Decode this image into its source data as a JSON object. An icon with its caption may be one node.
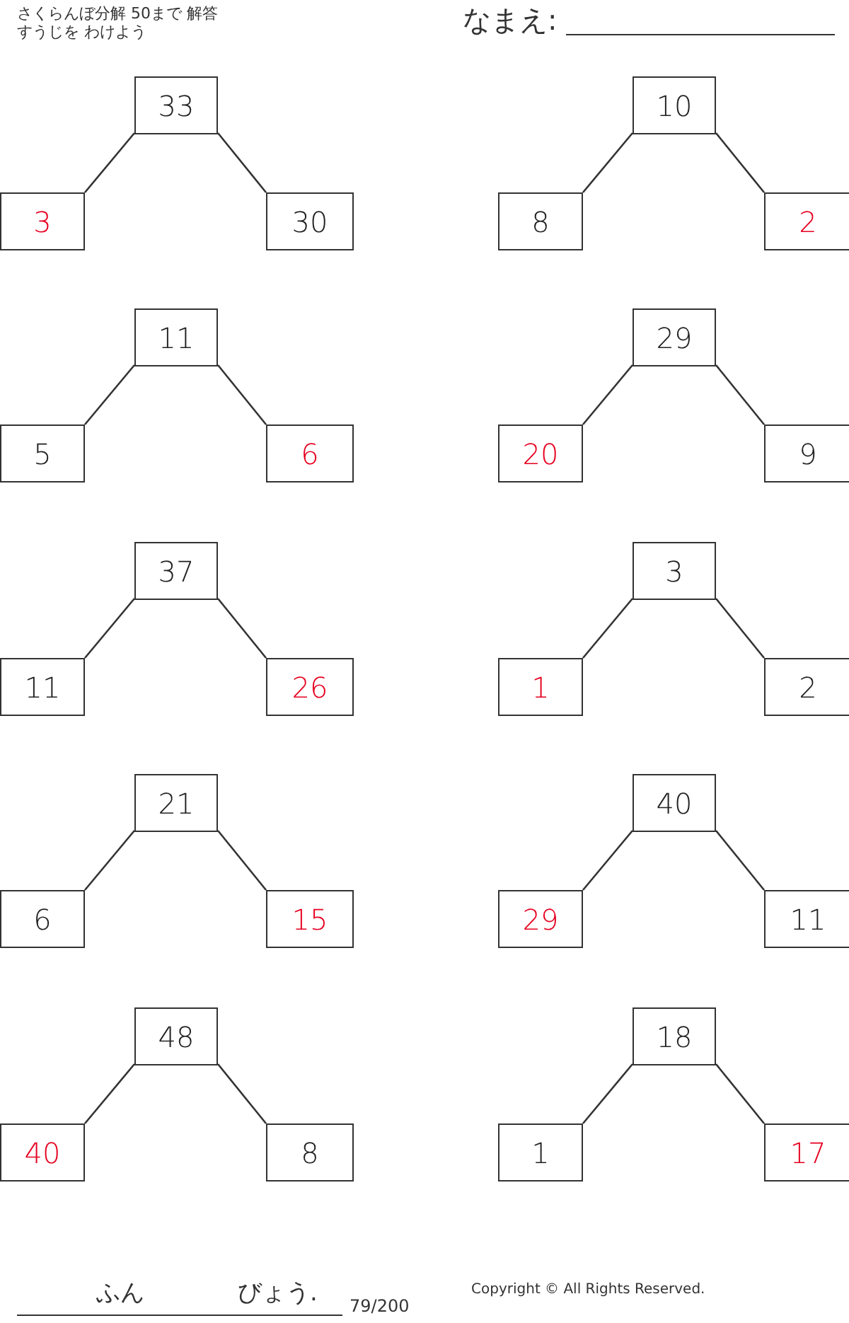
{
  "diagram": {
    "title": "さくらんぼ分解 50まで 解答",
    "nodes": [
      {
        "text": [
          "33"
        ]
      },
      {
        "text": [
          "3"
        ]
      },
      {
        "text": [
          "30"
        ]
      },
      {
        "text": [
          "10"
        ]
      },
      {
        "text": [
          "8"
        ]
      },
      {
        "text": [
          "2"
        ]
      },
      {
        "text": [
          "11"
        ]
      },
      {
        "text": [
          "5"
        ]
      },
      {
        "text": [
          "6"
        ]
      },
      {
        "text": [
          "29"
        ]
      },
      {
        "text": [
          "20"
        ]
      },
      {
        "text": [
          "9"
        ]
      },
      {
        "text": [
          "37"
        ]
      },
      {
        "text": [
          "11"
        ]
      },
      {
        "text": [
          "26"
        ]
      },
      {
        "text": [
          "3"
        ]
      },
      {
        "text": [
          "1"
        ]
      },
      {
        "text": [
          "2"
        ]
      },
      {
        "text": [
          "21"
        ]
      },
      {
        "text": [
          "6"
        ]
      },
      {
        "text": [
          "15"
        ]
      },
      {
        "text": [
          "40"
        ]
      },
      {
        "text": [
          "29"
        ]
      },
      {
        "text": [
          "11"
        ]
      },
      {
        "text": [
          "48"
        ]
      },
      {
        "text": [
          "40"
        ]
      },
      {
        "text": [
          "8"
        ]
      },
      {
        "text": [
          "18"
        ]
      },
      {
        "text": [
          "1"
        ]
      },
      {
        "text": [
          "17"
        ]
      }
    ],
    "edges": [
      {
        "from": 0,
        "to": 1,
        "arrow": "none"
      },
      {
        "from": 0,
        "to": 2,
        "arrow": "none"
      },
      {
        "from": 3,
        "to": 4,
        "arrow": "none"
      },
      {
        "from": 3,
        "to": 5,
        "arrow": "none"
      },
      {
        "from": 6,
        "to": 7,
        "arrow": "none"
      },
      {
        "from": 6,
        "to": 8,
        "arrow": "none"
      },
      {
        "from": 9,
        "to": 10,
        "arrow": "none"
      },
      {
        "from": 9,
        "to": 11,
        "arrow": "none"
      },
      {
        "from": 12,
        "to": 13,
        "arrow": "none"
      },
      {
        "from": 12,
        "to": 14,
        "arrow": "none"
      },
      {
        "from": 15,
        "to": 16,
        "arrow": "none"
      },
      {
        "from": 15,
        "to": 17,
        "arrow": "none"
      },
      {
        "from": 18,
        "to": 19,
        "arrow": "none"
      },
      {
        "from": 18,
        "to": 20,
        "arrow": "none"
      },
      {
        "from": 21,
        "to": 22,
        "arrow": "none"
      },
      {
        "from": 21,
        "to": 23,
        "arrow": "none"
      },
      {
        "from": 24,
        "to": 25,
        "arrow": "none"
      },
      {
        "from": 24,
        "to": 26,
        "arrow": "none"
      },
      {
        "from": 27,
        "to": 28,
        "arrow": "none"
      },
      {
        "from": 27,
        "to": 29,
        "arrow": "none"
      }
    ],
    "labels": [
      "すうじを わけよう",
      "なまえ:",
      "ふん",
      "びょう.",
      "79/200",
      "Copyright © All Rights Reserved."
    ]
  }
}
